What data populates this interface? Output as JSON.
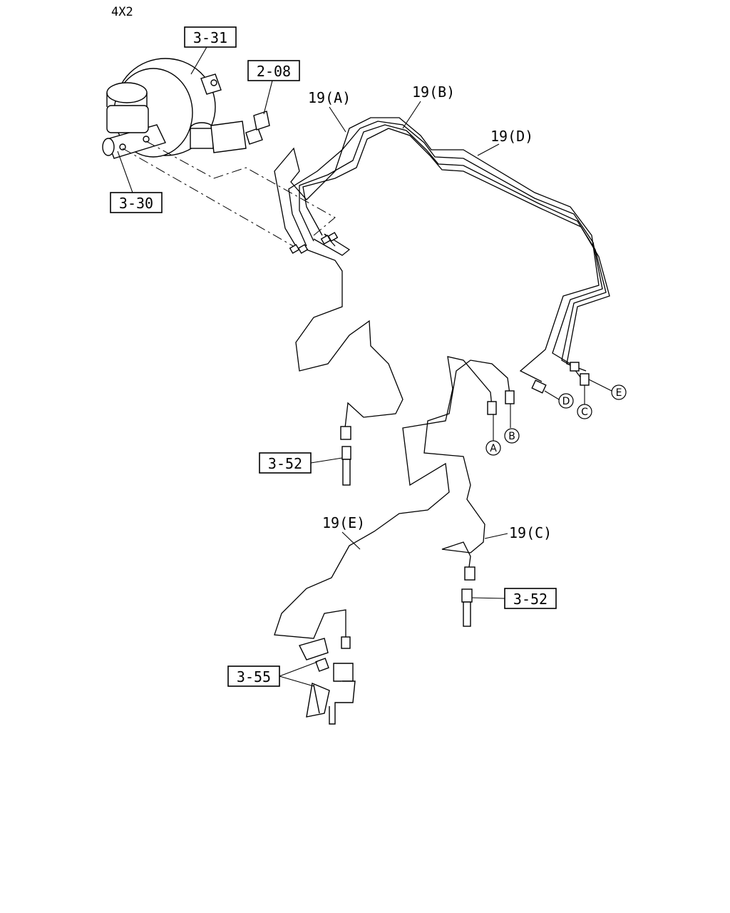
{
  "header": {
    "variant": "4X2"
  },
  "callouts": {
    "c331": "3-31",
    "c208": "2-08",
    "c330": "3-30",
    "c352a": "3-52",
    "c352b": "3-52",
    "c355": "3-55"
  },
  "pipes": {
    "a": "19(A)",
    "b": "19(B)",
    "c": "19(C)",
    "d": "19(D)",
    "e": "19(E)"
  },
  "connectors": {
    "a": "A",
    "b": "B",
    "c": "C",
    "d": "D",
    "e": "E"
  }
}
